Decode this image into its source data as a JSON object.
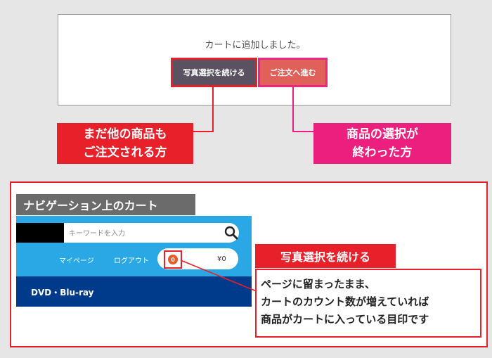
{
  "dialog": {
    "message": "カートに追加しました。",
    "continue_button": "写真選択を続ける",
    "checkout_button": "ご注文へ進む"
  },
  "callouts": {
    "continue_shopping": [
      "まだ他の商品も",
      "ご注文される方"
    ],
    "finished_selecting": [
      "商品の選択が",
      "終わった方"
    ]
  },
  "navigation_section": {
    "header": "ナビゲーション上のカート",
    "search_placeholder": "キーワードを入力",
    "my_page": "マイページ",
    "logout": "ログアウト",
    "cart_count": "0",
    "cart_price": "¥0",
    "category": "DVD・Blu-ray"
  },
  "explanation": {
    "label": "写真選択を続ける",
    "lines": [
      "ページに留まったまま、",
      "カートのカウント数が増えていれば",
      "商品がカートに入っている目印です"
    ]
  },
  "colors": {
    "red": "#e8202a",
    "pink": "#ec1f7f",
    "nav_blue": "#2aa8e6",
    "nav_dark": "#003a8a"
  }
}
